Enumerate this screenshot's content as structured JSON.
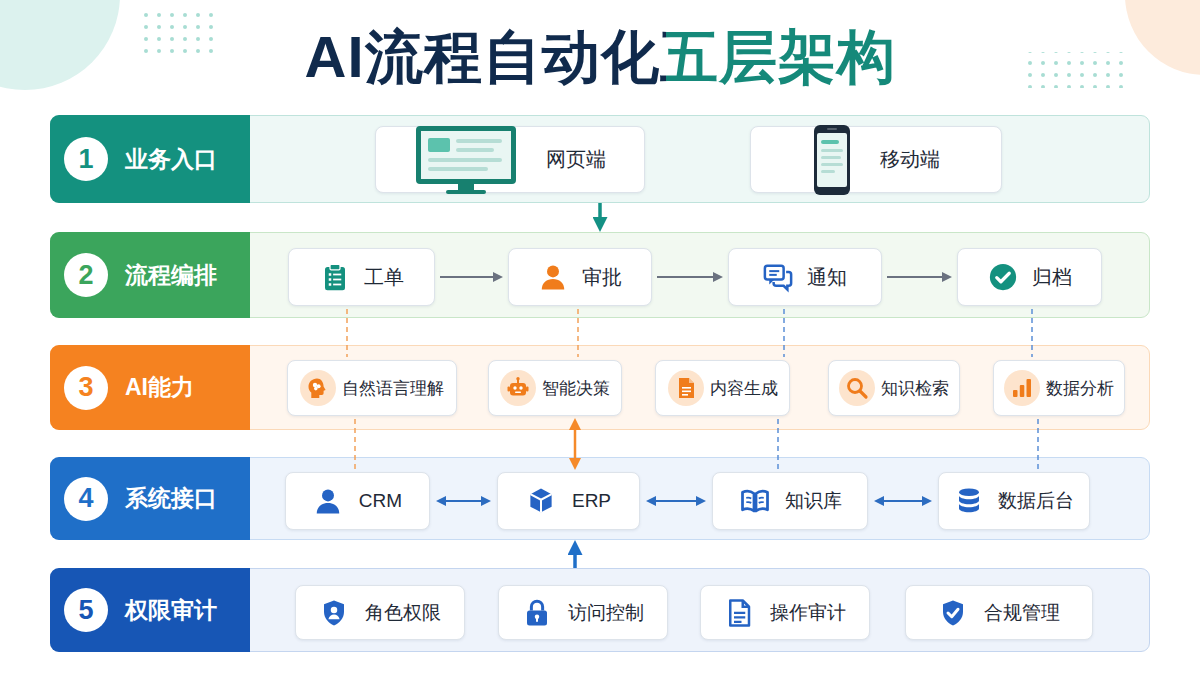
{
  "diagram": {
    "title": "AI流程自动化五层架构",
    "nodes": [
      {
        "text": [
          "1",
          "业务入口"
        ]
      },
      {
        "text": [
          "网页端"
        ],
        "in": 0
      },
      {
        "text": [
          "移动端"
        ],
        "in": 0
      },
      {
        "text": [
          "2",
          "流程编排"
        ]
      },
      {
        "text": [
          "工单"
        ],
        "in": 3
      },
      {
        "text": [
          "审批"
        ],
        "in": 3
      },
      {
        "text": [
          "通知"
        ],
        "in": 3
      },
      {
        "text": [
          "归档"
        ],
        "in": 3
      },
      {
        "text": [
          "3",
          "AI能力"
        ]
      },
      {
        "text": [
          "自然语言理解"
        ],
        "in": 8
      },
      {
        "text": [
          "智能决策"
        ],
        "in": 8
      },
      {
        "text": [
          "内容生成"
        ],
        "in": 8
      },
      {
        "text": [
          "知识检索"
        ],
        "in": 8
      },
      {
        "text": [
          "数据分析"
        ],
        "in": 8
      },
      {
        "text": [
          "4",
          "系统接口"
        ]
      },
      {
        "text": [
          "CRM"
        ],
        "in": 14
      },
      {
        "text": [
          "ERP"
        ],
        "in": 14
      },
      {
        "text": [
          "知识库"
        ],
        "in": 14
      },
      {
        "text": [
          "数据后台"
        ],
        "in": 14
      },
      {
        "text": [
          "5",
          "权限审计"
        ]
      },
      {
        "text": [
          "角色权限"
        ],
        "in": 19
      },
      {
        "text": [
          "访问控制"
        ],
        "in": 19
      },
      {
        "text": [
          "操作审计"
        ],
        "in": 19
      },
      {
        "text": [
          "合规管理"
        ],
        "in": 19
      }
    ],
    "edges": [
      {
        "from": 0,
        "to": 3,
        "arrow": "to"
      },
      {
        "from": 4,
        "to": 5,
        "arrow": "to"
      },
      {
        "from": 5,
        "to": 6,
        "arrow": "to"
      },
      {
        "from": 6,
        "to": 7,
        "arrow": "to"
      },
      {
        "from": 4,
        "to": 9,
        "arrow": "none"
      },
      {
        "from": 5,
        "to": 10,
        "arrow": "none"
      },
      {
        "from": 6,
        "to": 11,
        "arrow": "none"
      },
      {
        "from": 7,
        "to": 13,
        "arrow": "none"
      },
      {
        "from": 10,
        "to": 16,
        "arrow": "both"
      },
      {
        "from": 9,
        "to": 15,
        "arrow": "none"
      },
      {
        "from": 11,
        "to": 17,
        "arrow": "none"
      },
      {
        "from": 13,
        "to": 18,
        "arrow": "none"
      },
      {
        "from": 15,
        "to": 16,
        "arrow": "both"
      },
      {
        "from": 16,
        "to": 17,
        "arrow": "both"
      },
      {
        "from": 17,
        "to": 18,
        "arrow": "both"
      },
      {
        "from": 19,
        "to": 14,
        "arrow": "to"
      }
    ]
  }
}
